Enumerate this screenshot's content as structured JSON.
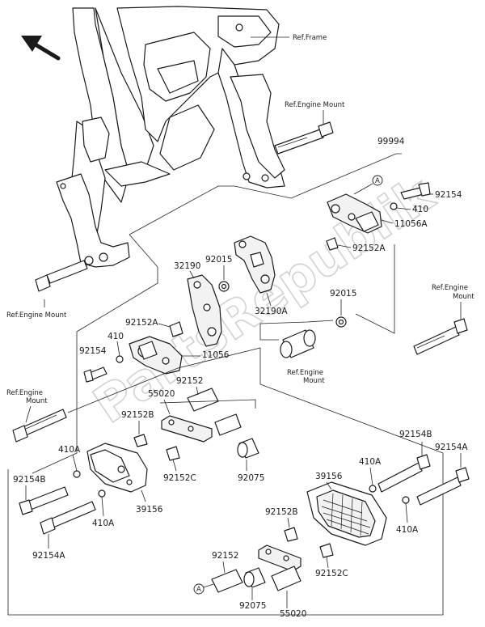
{
  "references": {
    "frame": "Ref.Frame",
    "engine_mount_top": "Ref.Engine Mount",
    "engine_mount_left": "Ref.Engine Mount",
    "engine_mount_right_line1": "Ref.Engine",
    "engine_mount_right_line2": "Mount",
    "engine_mount_center_line1": "Ref.Engine",
    "engine_mount_center_line2": "Mount",
    "engine_mount_lowleft_line1": "Ref.Engine",
    "engine_mount_lowleft_line2": "Mount"
  },
  "markers": {
    "a_top": "A",
    "a_bottom": "A"
  },
  "watermark": "PartsRepublik",
  "part_labels": {
    "p99994": "99994",
    "p92154_top": "92154",
    "p410_top": "410",
    "p11056A": "11056A",
    "p92152A_right": "92152A",
    "p32190": "32190",
    "p92015_top": "92015",
    "p32190A": "32190A",
    "p92015_mid": "92015",
    "p92152A_left": "92152A",
    "p410_left": "410",
    "p92154_left": "92154",
    "p11056": "11056",
    "p92152_mid": "92152",
    "p55020_mid": "55020",
    "p92152B_left": "92152B",
    "p410A_left": "410A",
    "p92154B_left": "92154B",
    "p92152C_left": "92152C",
    "p92075_mid": "92075",
    "p410A_left2": "410A",
    "p39156_left": "39156",
    "p92154A_left": "92154A",
    "p92154B_right": "92154B",
    "p92154A_right": "92154A",
    "p410A_right": "410A",
    "p39156_right": "39156",
    "p92152B_right": "92152B",
    "p410A_right2": "410A",
    "p92152_bottom": "92152",
    "p92152C_right": "92152C",
    "p92075_bottom": "92075",
    "p55020_bottom": "55020"
  }
}
